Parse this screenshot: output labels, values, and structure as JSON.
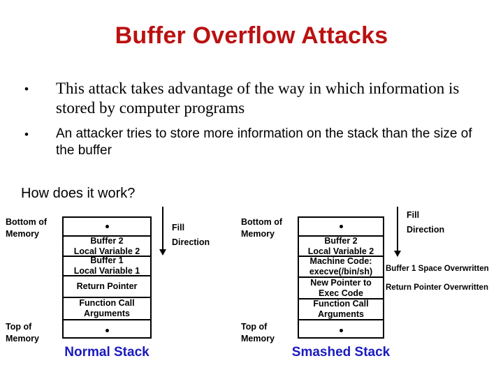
{
  "slide": {
    "title": "Buffer Overflow Attacks",
    "title_color": "#bb1111",
    "background_color": "#ffffff"
  },
  "bullets": [
    {
      "marker": "•",
      "text": "This attack takes advantage of the way in which information is stored by computer programs"
    },
    {
      "marker": "•",
      "text": "An attacker tries to store more information on the stack than the size of the buffer"
    }
  ],
  "question": "How does it work?",
  "diagrams": [
    {
      "id": "normal-stack",
      "caption": "Normal Stack",
      "caption_color": "#1a1aBE",
      "bottom_label": "Bottom of\nMemory",
      "top_label": "Top of\nMemory",
      "fill_label": "Fill\nDirection",
      "rows": [
        {
          "lines": [],
          "dot": true
        },
        {
          "lines": [
            "Buffer 2",
            "Local Variable 2"
          ],
          "dot": false
        },
        {
          "lines": [
            "Buffer 1",
            "Local Variable 1"
          ],
          "dot": false
        },
        {
          "lines": [
            "Return Pointer"
          ],
          "dot": false
        },
        {
          "lines": [
            "Function Call",
            "Arguments"
          ],
          "dot": false
        },
        {
          "lines": [],
          "dot": true
        }
      ],
      "annotations": []
    },
    {
      "id": "smashed-stack",
      "caption": "Smashed Stack",
      "caption_color": "#1a1aBE",
      "bottom_label": "Bottom of\nMemory",
      "top_label": "Top of\nMemory",
      "fill_label": "Fill\nDirection",
      "rows": [
        {
          "lines": [],
          "dot": true
        },
        {
          "lines": [
            "Buffer 2",
            "Local Variable 2"
          ],
          "dot": false
        },
        {
          "lines": [
            "Machine Code:",
            "execve(/bin/sh)"
          ],
          "dot": false
        },
        {
          "lines": [
            "New Pointer to",
            "Exec Code"
          ],
          "dot": false
        },
        {
          "lines": [
            "Function Call",
            "Arguments"
          ],
          "dot": false
        },
        {
          "lines": [],
          "dot": true
        }
      ],
      "annotations": [
        "Buffer 1 Space Overwritten",
        "Return Pointer Overwritten"
      ]
    }
  ]
}
